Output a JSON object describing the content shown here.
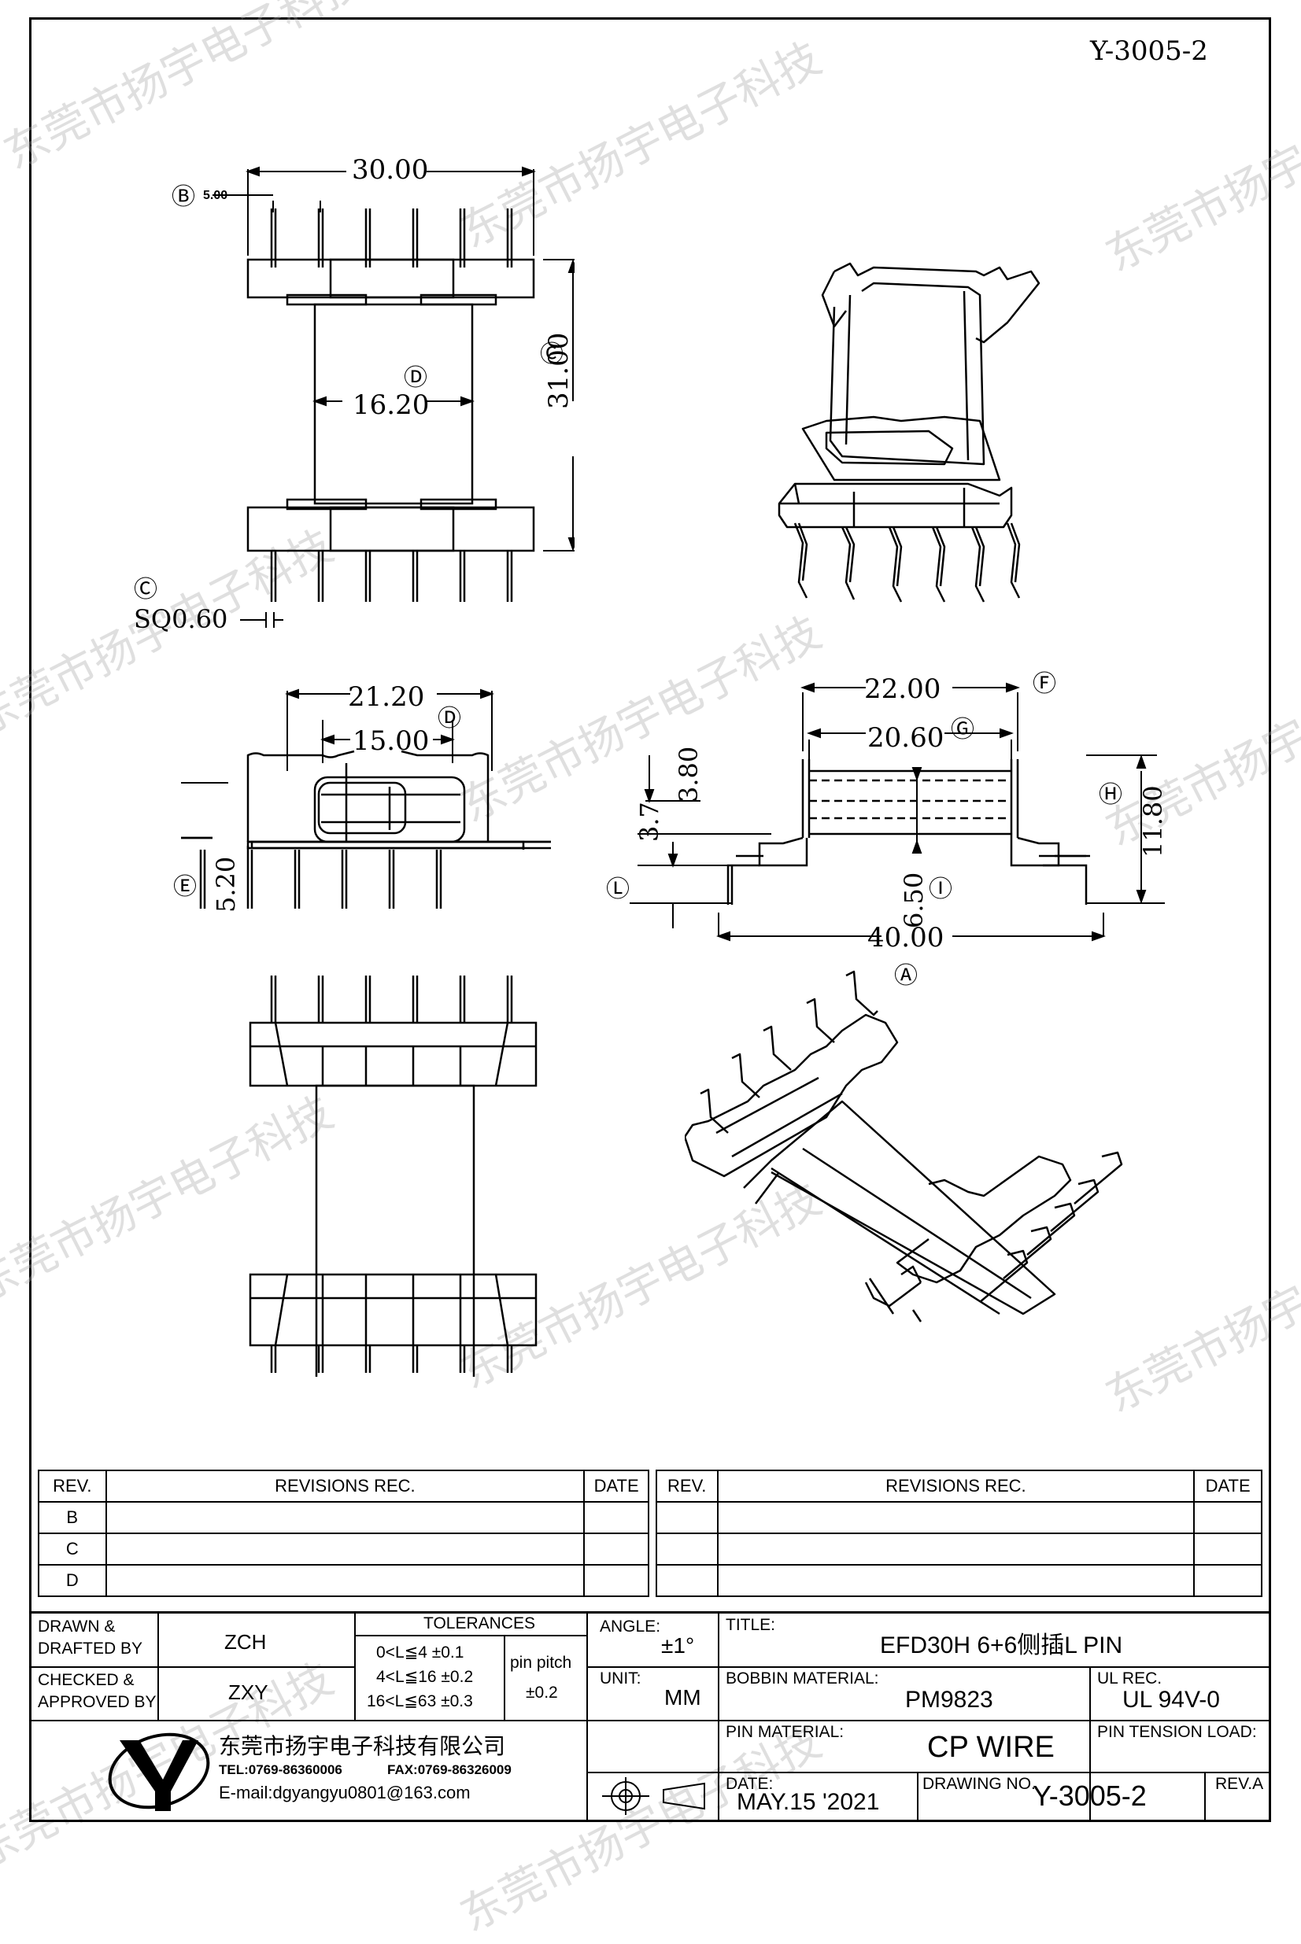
{
  "header": {
    "drawing_code": "Y-3005-2"
  },
  "dims": {
    "d30": "30.00",
    "d5": "5.00",
    "d16_2": "16.20",
    "d31": "31.00",
    "sq": "SQ0.60",
    "d21_2": "21.20",
    "d15": "15.00",
    "d5_2": "5.20",
    "d22": "22.00",
    "d20_6": "20.60",
    "d3_8": "3.80",
    "d3_7": "3.7",
    "d11_8": "11.80",
    "d6_5": "6.50",
    "d40": "40.00"
  },
  "markers": {
    "A": "Ⓐ",
    "B": "Ⓑ",
    "C": "Ⓒ",
    "D": "Ⓓ",
    "E": "Ⓔ",
    "F": "Ⓕ",
    "G": "Ⓖ",
    "H": "Ⓗ",
    "I": "Ⓘ",
    "L": "Ⓛ"
  },
  "watermark": "东莞市扬宇电子科技",
  "revisions": {
    "headers": [
      "REV.",
      "REVISIONS    REC.",
      "DATE",
      "REV.",
      "REVISIONS    REC.",
      "DATE"
    ],
    "rows": [
      "B",
      "C",
      "D"
    ]
  },
  "titleblock": {
    "drawn_label": "DRAWN &\nDRAFTED BY",
    "drawn_value": "ZCH",
    "checked_label": "CHECKED &\nAPPROVED BY",
    "checked_value": "ZXY",
    "tolerances_label": "TOLERANCES",
    "tol1": "0<L≦4    ±0.1",
    "tol2": "4<L≦16  ±0.2",
    "tol3": "16<L≦63 ±0.3",
    "pitch_label": "pin  pitch",
    "pitch_value": "±0.2",
    "angle_label": "ANGLE:",
    "angle_value": "±1°",
    "unit_label": "UNIT:",
    "unit_value": "MM",
    "title_label": "TITLE:",
    "title_value": "EFD30H  6+6侧插L PIN",
    "bobbin_label": "BOBBIN  MATERIAL:",
    "bobbin_value": "PM9823",
    "ul_label": "UL  REC.",
    "ul_value": "UL  94V-0",
    "pin_mat_label": "PIN  MATERIAL:",
    "pin_mat_value": "CP  WIRE",
    "pin_tension_label": "PIN  TENSION  LOAD:",
    "date_label": "DATE:",
    "date_value": "MAY.15  '2021",
    "drawing_no_label": "DRAWING  NO.",
    "drawing_no_value": "Y-3005-2",
    "rev_label": "REV.A",
    "company": "东莞市扬宇电子科技有限公司",
    "tel": "TEL:0769-86360006",
    "fax": "FAX:0769-86326009",
    "email": "E-mail:dgyangyu0801@163.com"
  }
}
